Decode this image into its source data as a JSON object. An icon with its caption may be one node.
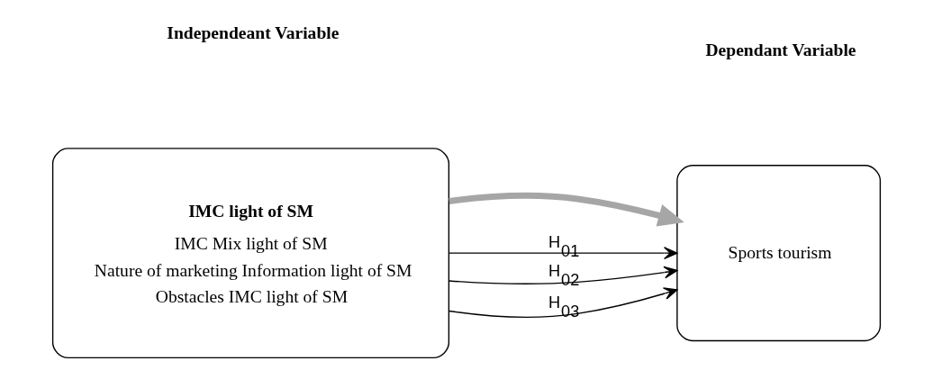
{
  "diagram": {
    "nodes": [
      {
        "text": [
          "IMC light of SM",
          "IMC Mix light of SM",
          "Nature of marketing Information light of SM",
          "Obstacles IMC light of SM"
        ]
      },
      {
        "text": [
          "Sports tourism"
        ]
      }
    ],
    "edges": [
      {
        "from": 0,
        "to": 1,
        "arrow": "to",
        "style": "thick",
        "color": "#a6a6a6"
      },
      {
        "from": 0,
        "to": 1,
        "arrow": "to",
        "label": "H$_{01}$"
      },
      {
        "from": 0,
        "to": 1,
        "arrow": "to",
        "label": "H$_{02}$"
      },
      {
        "from": 0,
        "to": 1,
        "arrow": "to",
        "label": "H$_{03}$"
      }
    ],
    "labels": [
      "Independeant Variable",
      "Dependant Variable"
    ]
  }
}
